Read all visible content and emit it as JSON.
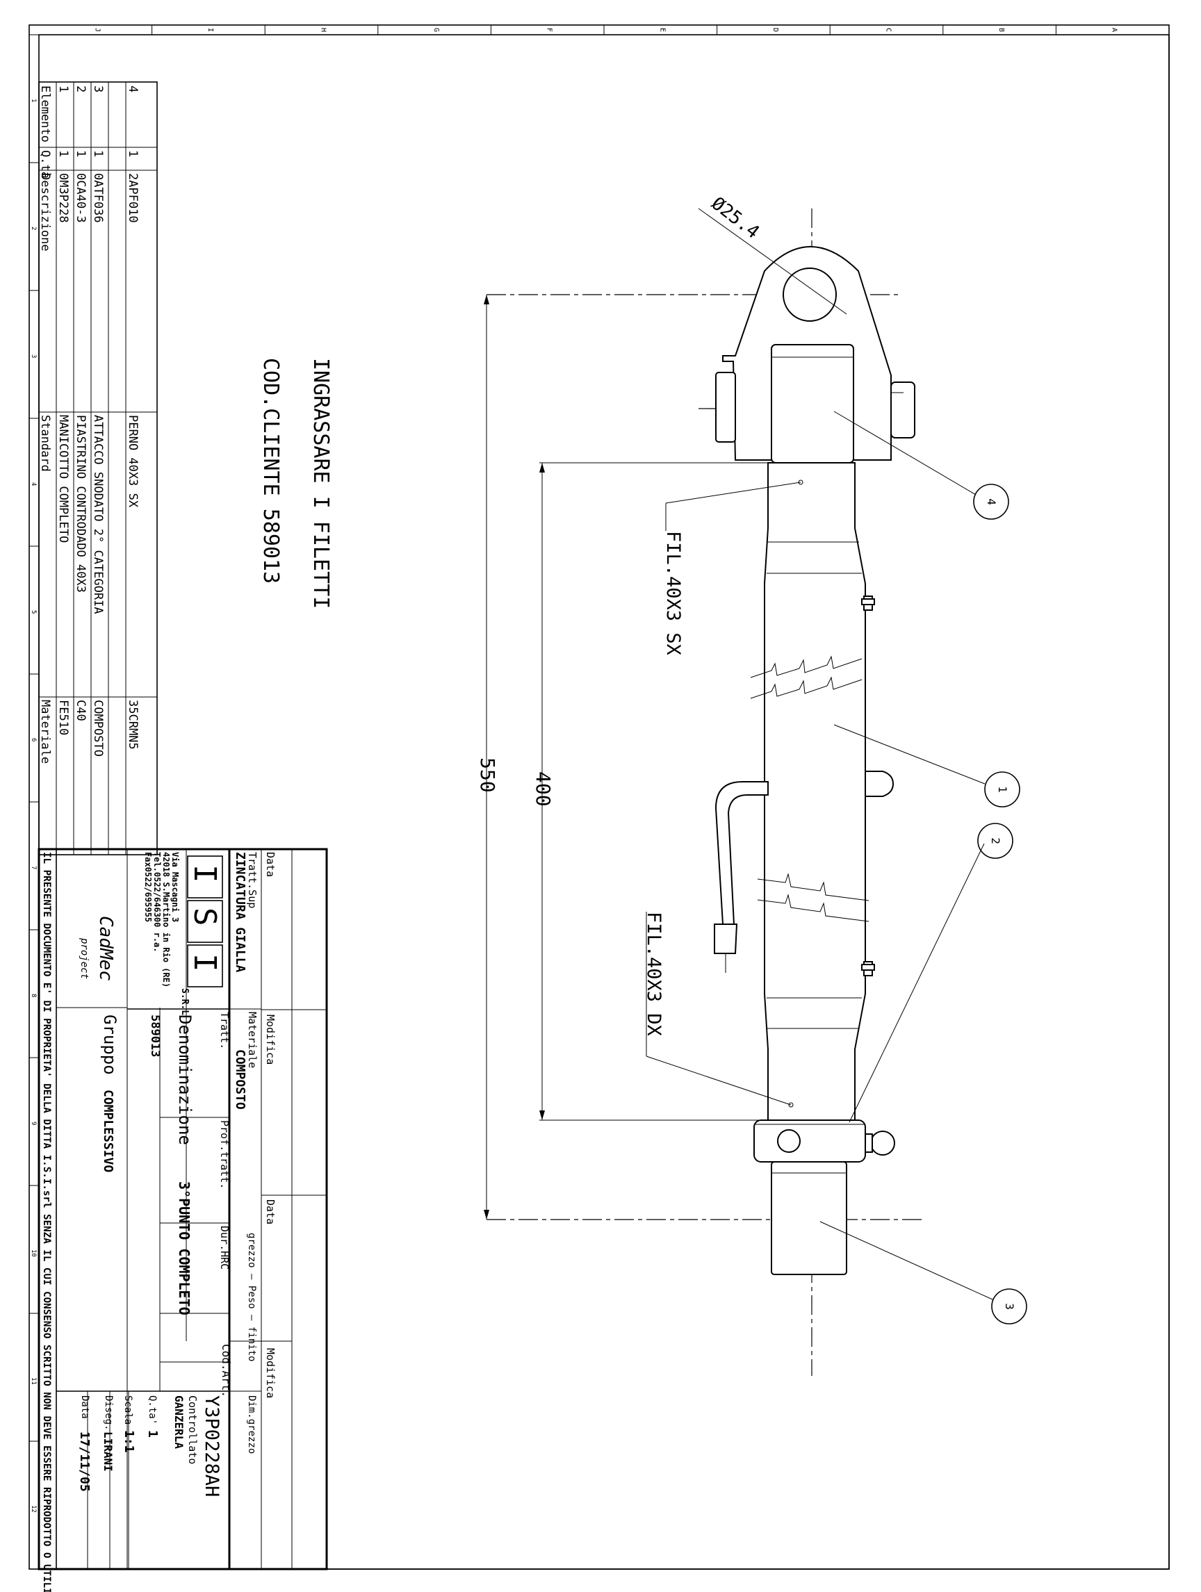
{
  "grid": {
    "columns": [
      "J",
      "I",
      "H",
      "G",
      "F",
      "E",
      "D",
      "C",
      "B",
      "A"
    ],
    "rows": [
      "1",
      "2",
      "3",
      "4",
      "5",
      "6",
      "7",
      "8",
      "9",
      "10",
      "11",
      "12"
    ]
  },
  "notes": {
    "line1": "INGRASSARE I FILETTI",
    "line2": "COD.CLIENTE 589013"
  },
  "dimensions": {
    "diameter": "Ø25.4",
    "overall": "550",
    "thread_length": "400",
    "thread_sx": "FIL.40X3 SX",
    "thread_dx": "FIL.40X3 DX"
  },
  "balloons": [
    "4",
    "1",
    "2",
    "3"
  ],
  "bom": {
    "headers": {
      "elemento": "Elemento",
      "qta": "Q.tà",
      "descrizione": "Descrizione",
      "standard": "Standard",
      "materiale": "Materiale"
    },
    "rows": [
      {
        "elemento": "4",
        "qta": "1",
        "codice": "2APF010",
        "descrizione": "PERNO 40X3 SX",
        "materiale": "35CRMN5"
      },
      {
        "elemento": "3",
        "qta": "1",
        "codice": "0ATF036",
        "descrizione": "ATTACCO SNODATO 2° CATEGORIA",
        "materiale": "COMPOSTO"
      },
      {
        "elemento": "2",
        "qta": "1",
        "codice": "0CA40-3",
        "descrizione": "PIASTRINO CONTRODADO 40X3",
        "materiale": "C40"
      },
      {
        "elemento": "1",
        "qta": "1",
        "codice": "0M3P228",
        "descrizione": "MANICOTTO COMPLETO",
        "materiale": "FE510"
      }
    ]
  },
  "titleblock": {
    "logo_letters": [
      "I",
      "S",
      "I"
    ],
    "logo_suffix": "S.R.L",
    "address": [
      "Via Mascagni 3",
      "42018 S.Martino in Rio (RE)",
      "Tel.0522/646300 r.a.",
      "Fax0522/695955"
    ],
    "cad_logo": "CadMec",
    "cad_logo_sub": "project",
    "data_label": "Data",
    "modifica_label": "Modifica",
    "tratt_sup_label": "Tratt.Sup",
    "tratt_sup_value": "ZINCATURA GIALLA",
    "materiale_label": "Materiale",
    "materiale_value": "COMPOSTO",
    "tratt_label": "Tratt.",
    "prof_tratt_label": "Prof.tratt.",
    "dur_hrc_label": "Dur.HRC",
    "data2_label": "Data",
    "peso_label": "grezzo — Peso — finito",
    "modifica2_label": "Modifica",
    "dim_grezzo_label": "Dim.grezzo",
    "denominazione_label": "Denominazione",
    "denominazione_value": "3°PUNTO COMPLETO",
    "cliente_code": "589013",
    "gruppo_label": "Gruppo",
    "gruppo_value": "COMPLESSIVO",
    "cod_art_label": "Cod.Art.",
    "cod_art_value": "Y3P0228AH",
    "controllato_label": "Controllato",
    "controllato_value": "GANZERLA",
    "qta_label": "Q.ta'",
    "qta_value": "1",
    "scala_label": "Scala",
    "scala_value": "1:1",
    "diseg_label": "Diseg.",
    "diseg_value": "LIRANI",
    "data_label3": "Data",
    "data_value": "17/11/05",
    "disclaimer": "IL PRESENTE DOCUMENTO E' DI PROPRIETA' DELLA DITTA I.S.I.srl SENZA IL CUI CONSENSO SCRITTO NON DEVE ESSERE RIPRODOTTO O UTILIZZATO"
  }
}
